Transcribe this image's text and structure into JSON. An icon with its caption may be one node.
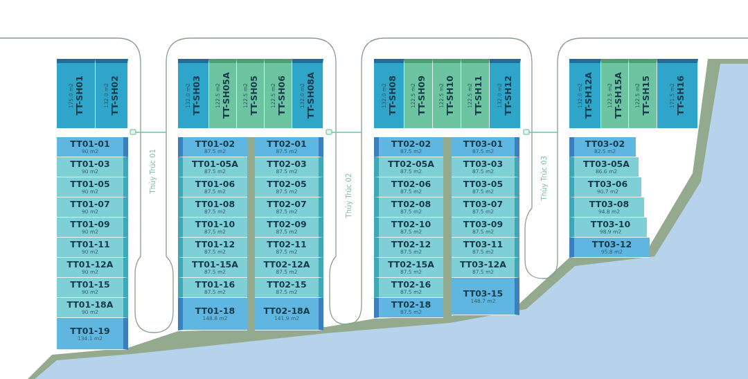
{
  "diagram": {
    "nodes": [
      {
        "text": [
          "TT-SH01",
          "175.0 m2"
        ]
      },
      {
        "text": [
          "TT-SH02",
          "132.0 m2"
        ]
      },
      {
        "text": [
          "TT-SH03",
          "132.0 m2"
        ]
      },
      {
        "text": [
          "TT-SH05A",
          "122.5 m2"
        ]
      },
      {
        "text": [
          "TT-SH05",
          "122.5 m2"
        ]
      },
      {
        "text": [
          "TT-SH06",
          "122.5 m2"
        ]
      },
      {
        "text": [
          "TT-SH08A",
          "132.0 m2"
        ]
      },
      {
        "text": [
          "TT-SH08",
          "132.0 m2"
        ]
      },
      {
        "text": [
          "TT-SH09",
          "122.5 m2"
        ]
      },
      {
        "text": [
          "TT-SH10",
          "122.5 m2"
        ]
      },
      {
        "text": [
          "TT-SH11",
          "122.5 m2"
        ]
      },
      {
        "text": [
          "TT-SH12",
          "132.0 m2"
        ]
      },
      {
        "text": [
          "TT-SH12A",
          "132.0 m2"
        ]
      },
      {
        "text": [
          "TT-SH15A",
          "122.5 m2"
        ]
      },
      {
        "text": [
          "TT-SH15",
          "122.5 m2"
        ]
      },
      {
        "text": [
          "TT-SH16",
          "171.5 m2"
        ]
      },
      {
        "text": [
          "TT01-01",
          "90 m2"
        ]
      },
      {
        "text": [
          "TT01-03",
          "90 m2"
        ]
      },
      {
        "text": [
          "TT01-05",
          "90 m2"
        ]
      },
      {
        "text": [
          "TT01-07",
          "90 m2"
        ]
      },
      {
        "text": [
          "TT01-09",
          "90 m2"
        ]
      },
      {
        "text": [
          "TT01-11",
          "90 m2"
        ]
      },
      {
        "text": [
          "TT01-12A",
          "90 m2"
        ]
      },
      {
        "text": [
          "TT01-15",
          "90 m2"
        ]
      },
      {
        "text": [
          "TT01-18A",
          "90 m2"
        ]
      },
      {
        "text": [
          "TT01-19",
          "134.1 m2"
        ]
      },
      {
        "text": [
          "TT01-02",
          "87.5 m2"
        ]
      },
      {
        "text": [
          "TT01-05A",
          "87.5 m2"
        ]
      },
      {
        "text": [
          "TT01-06",
          "87.5 m2"
        ]
      },
      {
        "text": [
          "TT01-08",
          "87.5 m2"
        ]
      },
      {
        "text": [
          "TT01-10",
          "87.5 m2"
        ]
      },
      {
        "text": [
          "TT01-12",
          "87.5 m2"
        ]
      },
      {
        "text": [
          "TT01-15A",
          "87.5 m2"
        ]
      },
      {
        "text": [
          "TT01-16",
          "87.5 m2"
        ]
      },
      {
        "text": [
          "TT01-18",
          "148.8 m2"
        ]
      },
      {
        "text": [
          "TT02-01",
          "87.5 m2"
        ]
      },
      {
        "text": [
          "TT02-03",
          "87.5 m2"
        ]
      },
      {
        "text": [
          "TT02-05",
          "87.5 m2"
        ]
      },
      {
        "text": [
          "TT02-07",
          "87.5 m2"
        ]
      },
      {
        "text": [
          "TT02-09",
          "87.5 m2"
        ]
      },
      {
        "text": [
          "TT02-11",
          "87.5 m2"
        ]
      },
      {
        "text": [
          "TT02-12A",
          "87.5 m2"
        ]
      },
      {
        "text": [
          "TT02-15",
          "87.5 m2"
        ]
      },
      {
        "text": [
          "TT02-18A",
          "141.9 m2"
        ]
      },
      {
        "text": [
          "TT02-02",
          "87.5 m2"
        ]
      },
      {
        "text": [
          "TT02-05A",
          "87.5 m2"
        ]
      },
      {
        "text": [
          "TT02-06",
          "87.5 m2"
        ]
      },
      {
        "text": [
          "TT02-08",
          "87.5 m2"
        ]
      },
      {
        "text": [
          "TT02-10",
          "87.5 m2"
        ]
      },
      {
        "text": [
          "TT02-12",
          "87.5 m2"
        ]
      },
      {
        "text": [
          "TT02-15A",
          "87.5 m2"
        ]
      },
      {
        "text": [
          "TT02-16",
          "87.5 m2"
        ]
      },
      {
        "text": [
          "TT02-18",
          "87.5 m2"
        ]
      },
      {
        "text": [
          "TT03-01",
          "87.5 m2"
        ]
      },
      {
        "text": [
          "TT03-03",
          "87.5 m2"
        ]
      },
      {
        "text": [
          "TT03-05",
          "87.5 m2"
        ]
      },
      {
        "text": [
          "TT03-07",
          "87.5 m2"
        ]
      },
      {
        "text": [
          "TT03-09",
          "87.5 m2"
        ]
      },
      {
        "text": [
          "TT03-11",
          "87.5 m2"
        ]
      },
      {
        "text": [
          "TT03-12A",
          "87.5 m2"
        ]
      },
      {
        "text": [
          "TT03-15",
          "148.7 m2"
        ]
      },
      {
        "text": [
          "TT03-02",
          "82.5 m2"
        ]
      },
      {
        "text": [
          "TT03-05A",
          "86.6 m2"
        ]
      },
      {
        "text": [
          "TT03-06",
          "90.7 m2"
        ]
      },
      {
        "text": [
          "TT03-08",
          "94.8 m2"
        ]
      },
      {
        "text": [
          "TT03-10",
          "98.9 m2"
        ]
      },
      {
        "text": [
          "TT03-12",
          "95.8 m2"
        ]
      }
    ],
    "labels": [
      "Thủy Trúc 01",
      "Thủy Trúc 02",
      "Thủy Trúc 03"
    ]
  }
}
